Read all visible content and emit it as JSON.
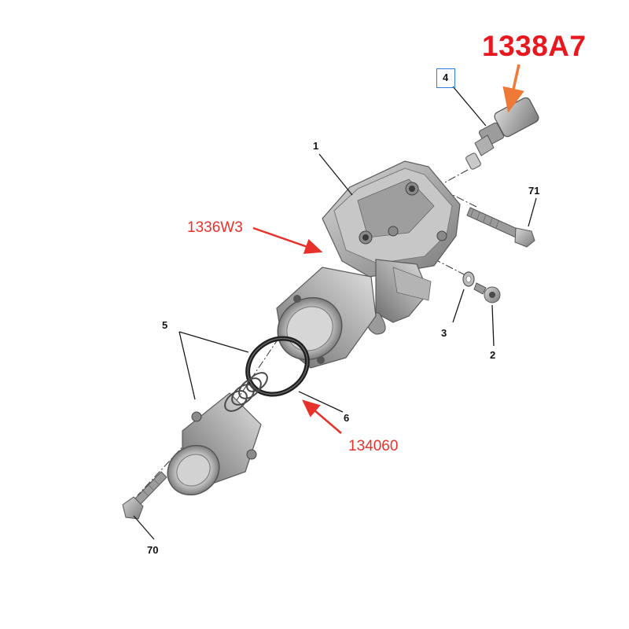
{
  "callouts": {
    "c1": "1",
    "c2": "2",
    "c3": "3",
    "c4": "4",
    "c5": "5",
    "c6": "6",
    "c70": "70",
    "c71": "71"
  },
  "part_labels": {
    "sensor_part": "1338A7",
    "housing_part": "1336W3",
    "seal_part": "134060"
  },
  "colors": {
    "part_red": "#e8312a",
    "part_orange_arrow": "#ef7a37",
    "highlight_box": "#2f7fd8"
  }
}
